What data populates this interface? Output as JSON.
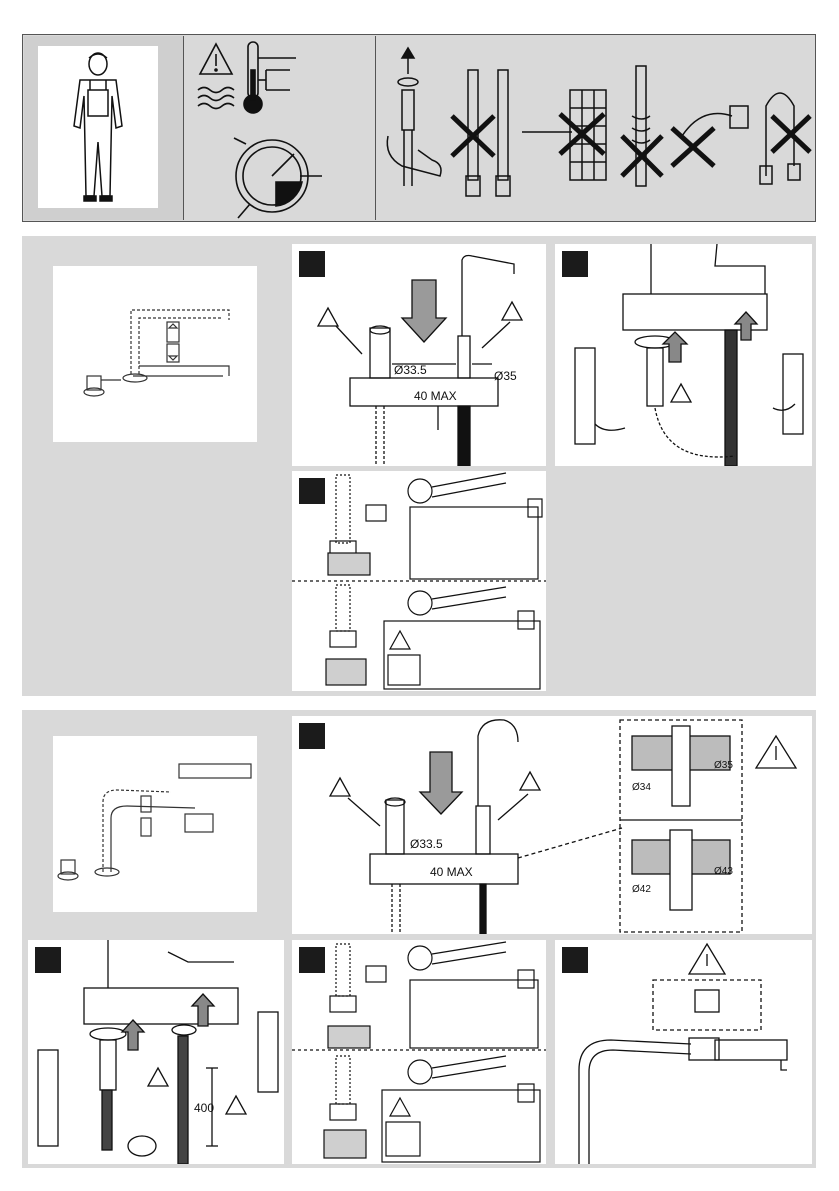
{
  "top": {
    "icons": [
      "worker-figure-icon",
      "warning-icon",
      "thermometer-icon",
      "heat-waves-icon",
      "pressure-gauge-icon",
      "flexible-hose-icon"
    ]
  },
  "section1": {
    "labels": {
      "dia_left": "Ø33.5",
      "dia_right": "Ø35",
      "thickness": "40 MAX"
    }
  },
  "section2": {
    "labels": {
      "dia_left": "Ø33.5",
      "thickness": "40 MAX",
      "detail_top_dia_out": "Ø35",
      "detail_top_dia_in": "Ø34",
      "detail_bot_dia_out": "Ø43",
      "detail_bot_dia_in": "Ø42",
      "hose_length": "400"
    }
  },
  "colors": {
    "frame_gray": "#d9d9d9",
    "dark_panel": "#1b1b1b",
    "line": "#222222"
  }
}
